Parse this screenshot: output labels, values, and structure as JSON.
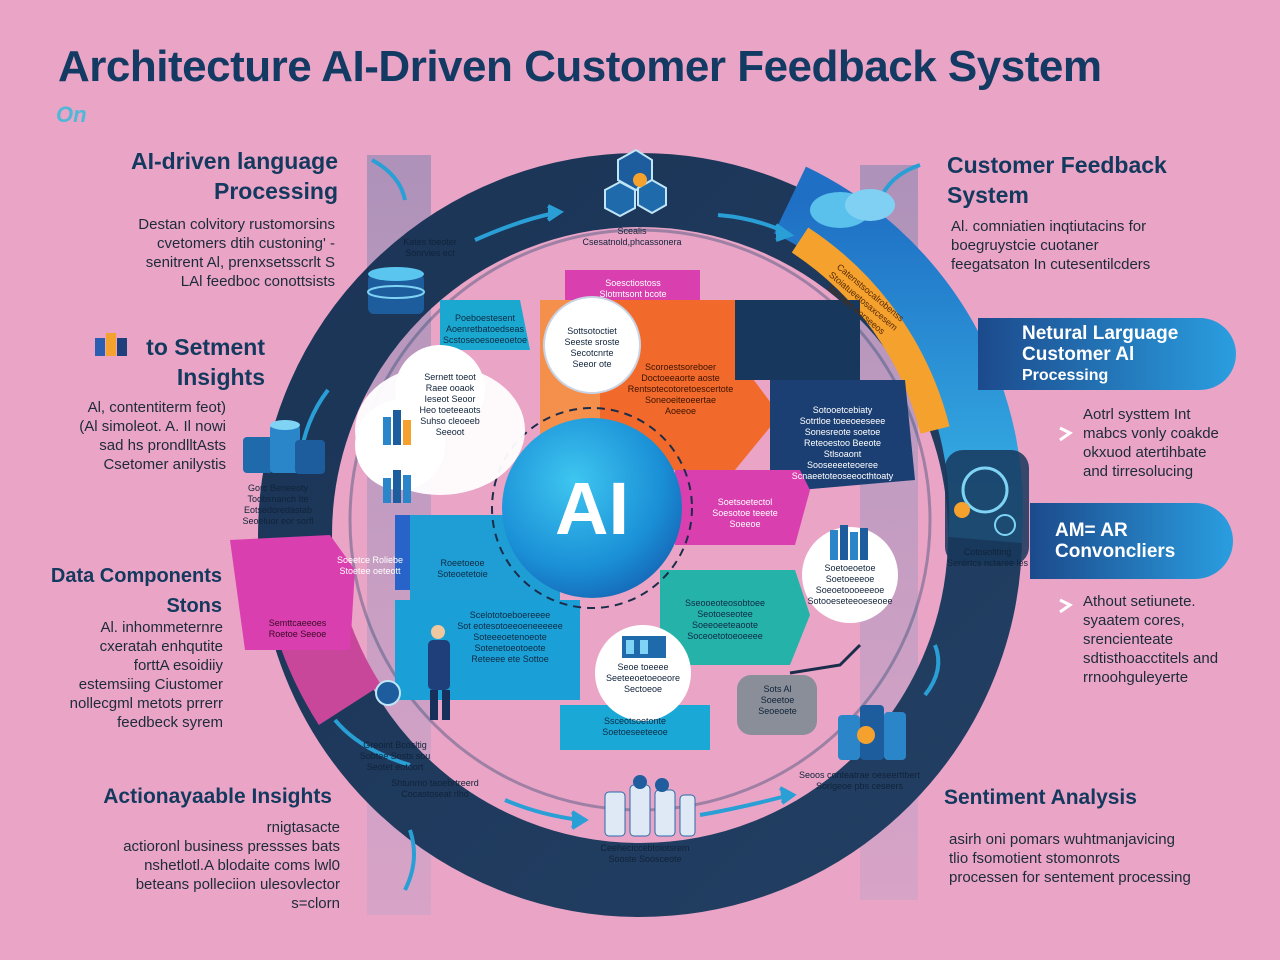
{
  "title": "Architecture AI-Driven Customer Feedback System",
  "subtitle": "On",
  "center_label": "AI",
  "left": {
    "s1": {
      "title": [
        "AI-driven language",
        "Processing"
      ],
      "lines": [
        "Destan colvitory rustomorsins",
        "cvetomers dtih custoning' -",
        "senitrent Al, prenxsetsscrlt S",
        "LAl feedboc conottsists"
      ]
    },
    "s2": {
      "title": [
        "to Setment",
        "Insights"
      ],
      "lines": [
        "Al, contentiterm feot)",
        "(Al simoleot. A. Il nowi",
        "sad hs prondlltAsts",
        "Csetomer anilystis"
      ]
    },
    "s3": {
      "title": [
        "Data Components",
        "Stons"
      ],
      "lines": [
        "Al. inhommeternre",
        "cxeratah enhqutite",
        "forttA esoidiiy",
        "estemsiing Ciustomer",
        "nollecgml metots prrerr",
        "feedbeck syrem"
      ]
    },
    "s4": {
      "title": [
        "Actionayaable Insights"
      ],
      "lines": [
        "rnigtasacte",
        "actioronl business pressses bats",
        "nshetlotl.A blodaite coms lwl0",
        "beteans polleciion ulesovlector",
        "s=clorn"
      ]
    }
  },
  "right": {
    "s1": {
      "title": [
        "Customer Feedback",
        "System"
      ],
      "lines": [
        "Al. comniatien inqtiutacins for",
        "boegruystcie cuotaner",
        "feegatsaton In cutesentilcders"
      ]
    },
    "pill1": [
      "Netural Larguage",
      "Customer Al",
      "Processing"
    ],
    "s2": {
      "lines": [
        "Aotrl systtem Int",
        "mabcs vonly coakde",
        "okxuod atertihbate",
        "and tirresolucing"
      ]
    },
    "pill2": [
      "AM= AR",
      "Convoncliers"
    ],
    "s3": {
      "lines": [
        "Athout setiunete.",
        "syaatem cores,",
        "srencienteate",
        "sdtisthoacctitels and",
        "rrnoohguleyerte"
      ]
    },
    "s4": {
      "title": [
        "Sentiment Analysis"
      ],
      "lines": [
        "asirh oni pomars wuhtmanjavicing",
        "tlio fsomotient stomonrots",
        "processen for sentement processing"
      ]
    }
  },
  "ring_labels": {
    "top": [
      "Scealis",
      "Csesatnold,phcassonera"
    ],
    "top_left": [
      "Kates toeoter",
      "Sonrvies ect"
    ],
    "left_mid": [
      "Gorc Beneeoty",
      "Toobsnanch Ite",
      "Eotsedoredastab",
      "Seoeluor eor sorfl"
    ],
    "bottom_left": [
      "Greoint Bcosltig",
      "Sobtee Sosts sou",
      "Seotet eotoort"
    ],
    "bottom_left2": [
      "Shtunmo taoebrtreerd",
      "Cocastoseat rlhd"
    ],
    "bottom": [
      "Ceeheciccebtoiotsrem",
      "Sooste Soosceote"
    ],
    "bottom_right": [
      "Seoos conteatrae oeseerttbert",
      "Sorlgeoe pbs ceseers"
    ],
    "right_mid": [
      "Cotosoltting",
      "Senlirtcs nctaree les"
    ],
    "orange_band": [
      "Catenstsocalrobenss",
      "Stoiatueetosaxcesem",
      "Soctsec eorseeos"
    ]
  },
  "inner": {
    "magenta_top": [
      "Soesctiostoss",
      "Slotmtsont bcote"
    ],
    "teal_tl": [
      "Poeboestesent",
      "Aoenretbatoedseas",
      "Scstoseoesoeeoetoe"
    ],
    "white_tl": [
      "Sottsotoctiet",
      "Seeste sroste",
      "Secotcnrte",
      "Seeor ote"
    ],
    "white_left": [
      "Sernett toeot",
      "Raee ooaok",
      "Ieseot Seoor",
      "Heo toeteeaots",
      "Suhso cleoeeb",
      "Seeoot"
    ],
    "orange": [
      "Scoroestsoreboer",
      "Doctoeeaorte aoste",
      "Rentsotecotoretoescertote",
      "Soneoeiteoeertae",
      "Aoeeoe"
    ],
    "navy_right": [
      "Sotooetcebiaty",
      "Sotrtloe toeeoeeseee",
      "Sonesreote soetoe",
      "Reteoestoo Beeote",
      "Stlsoaont",
      "Sooseeeeteoeree",
      "Scnaeetoteoseeocthtoaty"
    ],
    "magenta_right": [
      "Soetsoetectol",
      "Soesotoe teeete",
      "Soeeoe"
    ],
    "blue_left": [
      "Soeetce Roliebe",
      "Stoetee oeteott"
    ],
    "teal_left": [
      "Roeetoeoe",
      "Soteoetetoie"
    ],
    "magenta_left": [
      "Semttcaeeoes",
      "Roetoe Seeoe"
    ],
    "cyan_bottom": [
      "Scelototoeboereeee",
      "Sot eotesotoeeoeneeeeee",
      "Soteeeoetenoeote",
      "Sotenetoeotoeote",
      "Reteeee ete Sottoe"
    ],
    "white_bottom": [
      "Seoe toeeee",
      "Seeteeoetoeoeore",
      "Sectoeoe"
    ],
    "cyan_bottom2": [
      "Ssceotsoetonte",
      "Soetoeseeteeoe"
    ],
    "green_right": [
      "Sseooeoteosobtoee",
      "Seotoeseotee",
      "Soeeoeeteaoote",
      "Soceoetotoeoeeee"
    ],
    "white_right": [
      "Soetoeoetoe",
      "Soetoeeeoe",
      "Soeoetoooeeeoe",
      "Sotooeseteeoeseoee"
    ],
    "gray_right": [
      "Sots Al",
      "Soeetoe",
      "Seoeoete"
    ]
  },
  "colors": {
    "background": "#eaa4c6",
    "ring": "#1e3a5c",
    "title": "#123a62",
    "accent_blue": "#2a8fd8",
    "orange": "#f4a12e",
    "magenta": "#d93fae",
    "teal": "#2ab0c4"
  }
}
